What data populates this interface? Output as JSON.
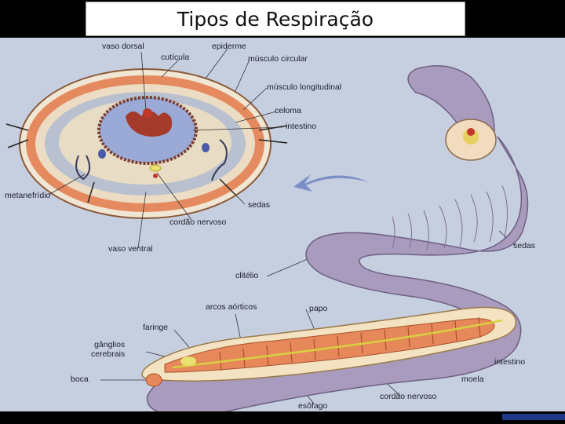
{
  "slide": {
    "title": "Tipos de Respiração"
  },
  "labels": {
    "vaso_dorsal": "vaso dorsal",
    "cuticula": "cutícula",
    "epiderme": "epiderme",
    "musculo_circular": "músculo circular",
    "musculo_longitudinal": "músculo longitudinal",
    "celoma": "celoma",
    "intestino_top": "intestino",
    "metanefridio": "metanefrídio",
    "sedas_top": "sedas",
    "cordao_nervoso_top": "cordão nervoso",
    "vaso_ventral": "vaso ventral",
    "sedas_right": "sedas",
    "clitelio": "clitélio",
    "arcos_aorticos": "arcos aórticos",
    "papo": "papo",
    "faringe": "faringe",
    "ganglios_cerebrais": "gânglios\ncerebrais",
    "boca": "boca",
    "intestino_bottom": "intestino",
    "moela": "moela",
    "cordao_nervoso_bottom": "cordão nervoso",
    "esofago": "esôfago"
  },
  "colors": {
    "background": "#c6cfe0",
    "worm_body": "#a99bbd",
    "worm_segment": "#8a7a9e",
    "epiderm_ring": "#e07a55",
    "coelom": "#dcd6c4",
    "intestine": "#9aa9d6",
    "typhlosole": "#a33a2a",
    "internal_organs": "#e6885a",
    "nerve_cord": "#e8e070"
  }
}
